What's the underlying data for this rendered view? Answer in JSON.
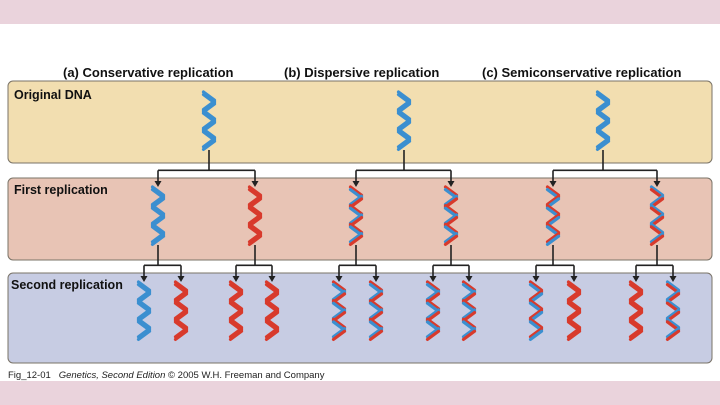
{
  "headings": {
    "conservative": "(a) Conservative replication",
    "dispersive": "(b) Dispersive replication",
    "semiconservative": "(c) Semiconservative replication"
  },
  "rows": {
    "original": "Original DNA",
    "first": "First replication",
    "second": "Second replication"
  },
  "caption": {
    "fig": "Fig_12-01",
    "book": "Genetics, Second Edition",
    "credit": "© 2005 W.H. Freeman and Company"
  },
  "colors": {
    "slide_border": "#ead3dc",
    "original_band": "#f2deb0",
    "first_band": "#e8c4b5",
    "second_band": "#c7cce3",
    "parent_strand": "#3b8fd0",
    "new_strand": "#d83a2c"
  },
  "molecules": {
    "original": [
      {
        "id": "a-orig",
        "type": "parent"
      },
      {
        "id": "b-orig",
        "type": "parent"
      },
      {
        "id": "c-orig",
        "type": "parent"
      }
    ],
    "first": [
      {
        "id": "a-f1",
        "type": "parent"
      },
      {
        "id": "a-f2",
        "type": "new"
      },
      {
        "id": "b-f1",
        "type": "dispersive"
      },
      {
        "id": "b-f2",
        "type": "dispersive"
      },
      {
        "id": "c-f1",
        "type": "hybrid"
      },
      {
        "id": "c-f2",
        "type": "hybrid-rev"
      }
    ],
    "second": [
      {
        "id": "a-s1",
        "type": "parent"
      },
      {
        "id": "a-s2",
        "type": "new"
      },
      {
        "id": "a-s3",
        "type": "new"
      },
      {
        "id": "a-s4",
        "type": "new"
      },
      {
        "id": "b-s1",
        "type": "dispersive"
      },
      {
        "id": "b-s2",
        "type": "dispersive"
      },
      {
        "id": "b-s3",
        "type": "dispersive"
      },
      {
        "id": "b-s4",
        "type": "dispersive"
      },
      {
        "id": "c-s1",
        "type": "hybrid"
      },
      {
        "id": "c-s2",
        "type": "new"
      },
      {
        "id": "c-s3",
        "type": "new"
      },
      {
        "id": "c-s4",
        "type": "hybrid-rev"
      }
    ]
  }
}
